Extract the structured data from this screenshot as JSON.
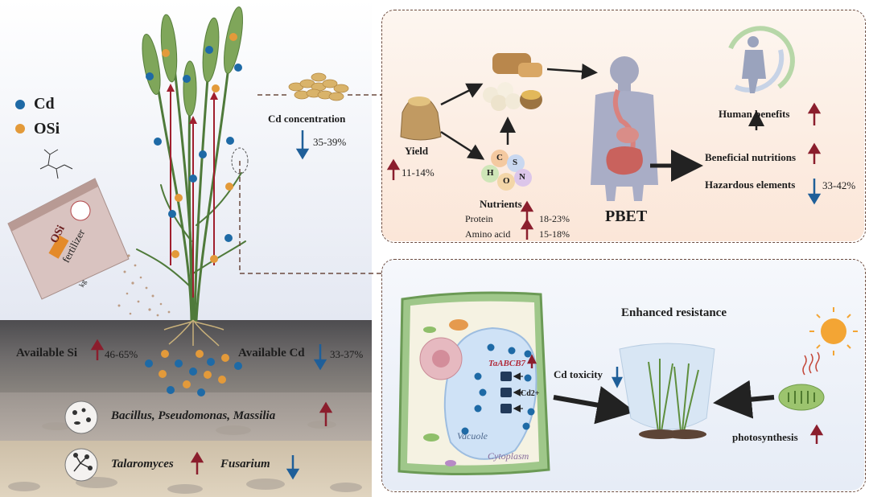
{
  "legend": {
    "cd_label": "Cd",
    "osi_label": "OSi"
  },
  "fertilizer": {
    "brand": "OSi",
    "name": "fertilizer",
    "weight": "kg"
  },
  "grain": {
    "cd_concentration_label": "Cd concentration",
    "cd_concentration_value": "35-39%"
  },
  "soil": {
    "available_si_label": "Available Si",
    "available_si_value": "46-65%",
    "available_cd_label": "Available Cd",
    "available_cd_value": "33-37%",
    "bacteria_label": "Bacillus, Pseudomonas, Massilia",
    "fungi_left": "Talaromyces",
    "fungi_right": "Fusarium"
  },
  "top_panel": {
    "yield_label": "Yield",
    "yield_value": "11-14%",
    "nutrients_label": "Nutrients",
    "protein_label": "Protein",
    "protein_value": "18-23%",
    "amino_label": "Amino acid",
    "amino_value": "15-18%",
    "elements": [
      "C",
      "S",
      "H",
      "N",
      "O"
    ],
    "pbet_label": "PBET",
    "human_benefits": "Human benefits",
    "beneficial_nutritions": "Beneficial nutritions",
    "hazardous_elements": "Hazardous elements",
    "hazardous_value": "33-42%"
  },
  "bottom_panel": {
    "enhanced_resistance": "Enhanced resistance",
    "gene_label": "TaABCB7",
    "cd_ion": "Cd2+",
    "vacuole_label": "Vacuole",
    "cytoplasm_label": "Cytoplasm",
    "cd_toxicity_label": "Cd toxicity",
    "photosynthesis_label": "photosynthesis"
  },
  "colors": {
    "cd_dot": "#1e6aa6",
    "osi_dot": "#e39a3a",
    "up_arrow": "#8b1e2d",
    "down_arrow": "#1f5f99"
  }
}
